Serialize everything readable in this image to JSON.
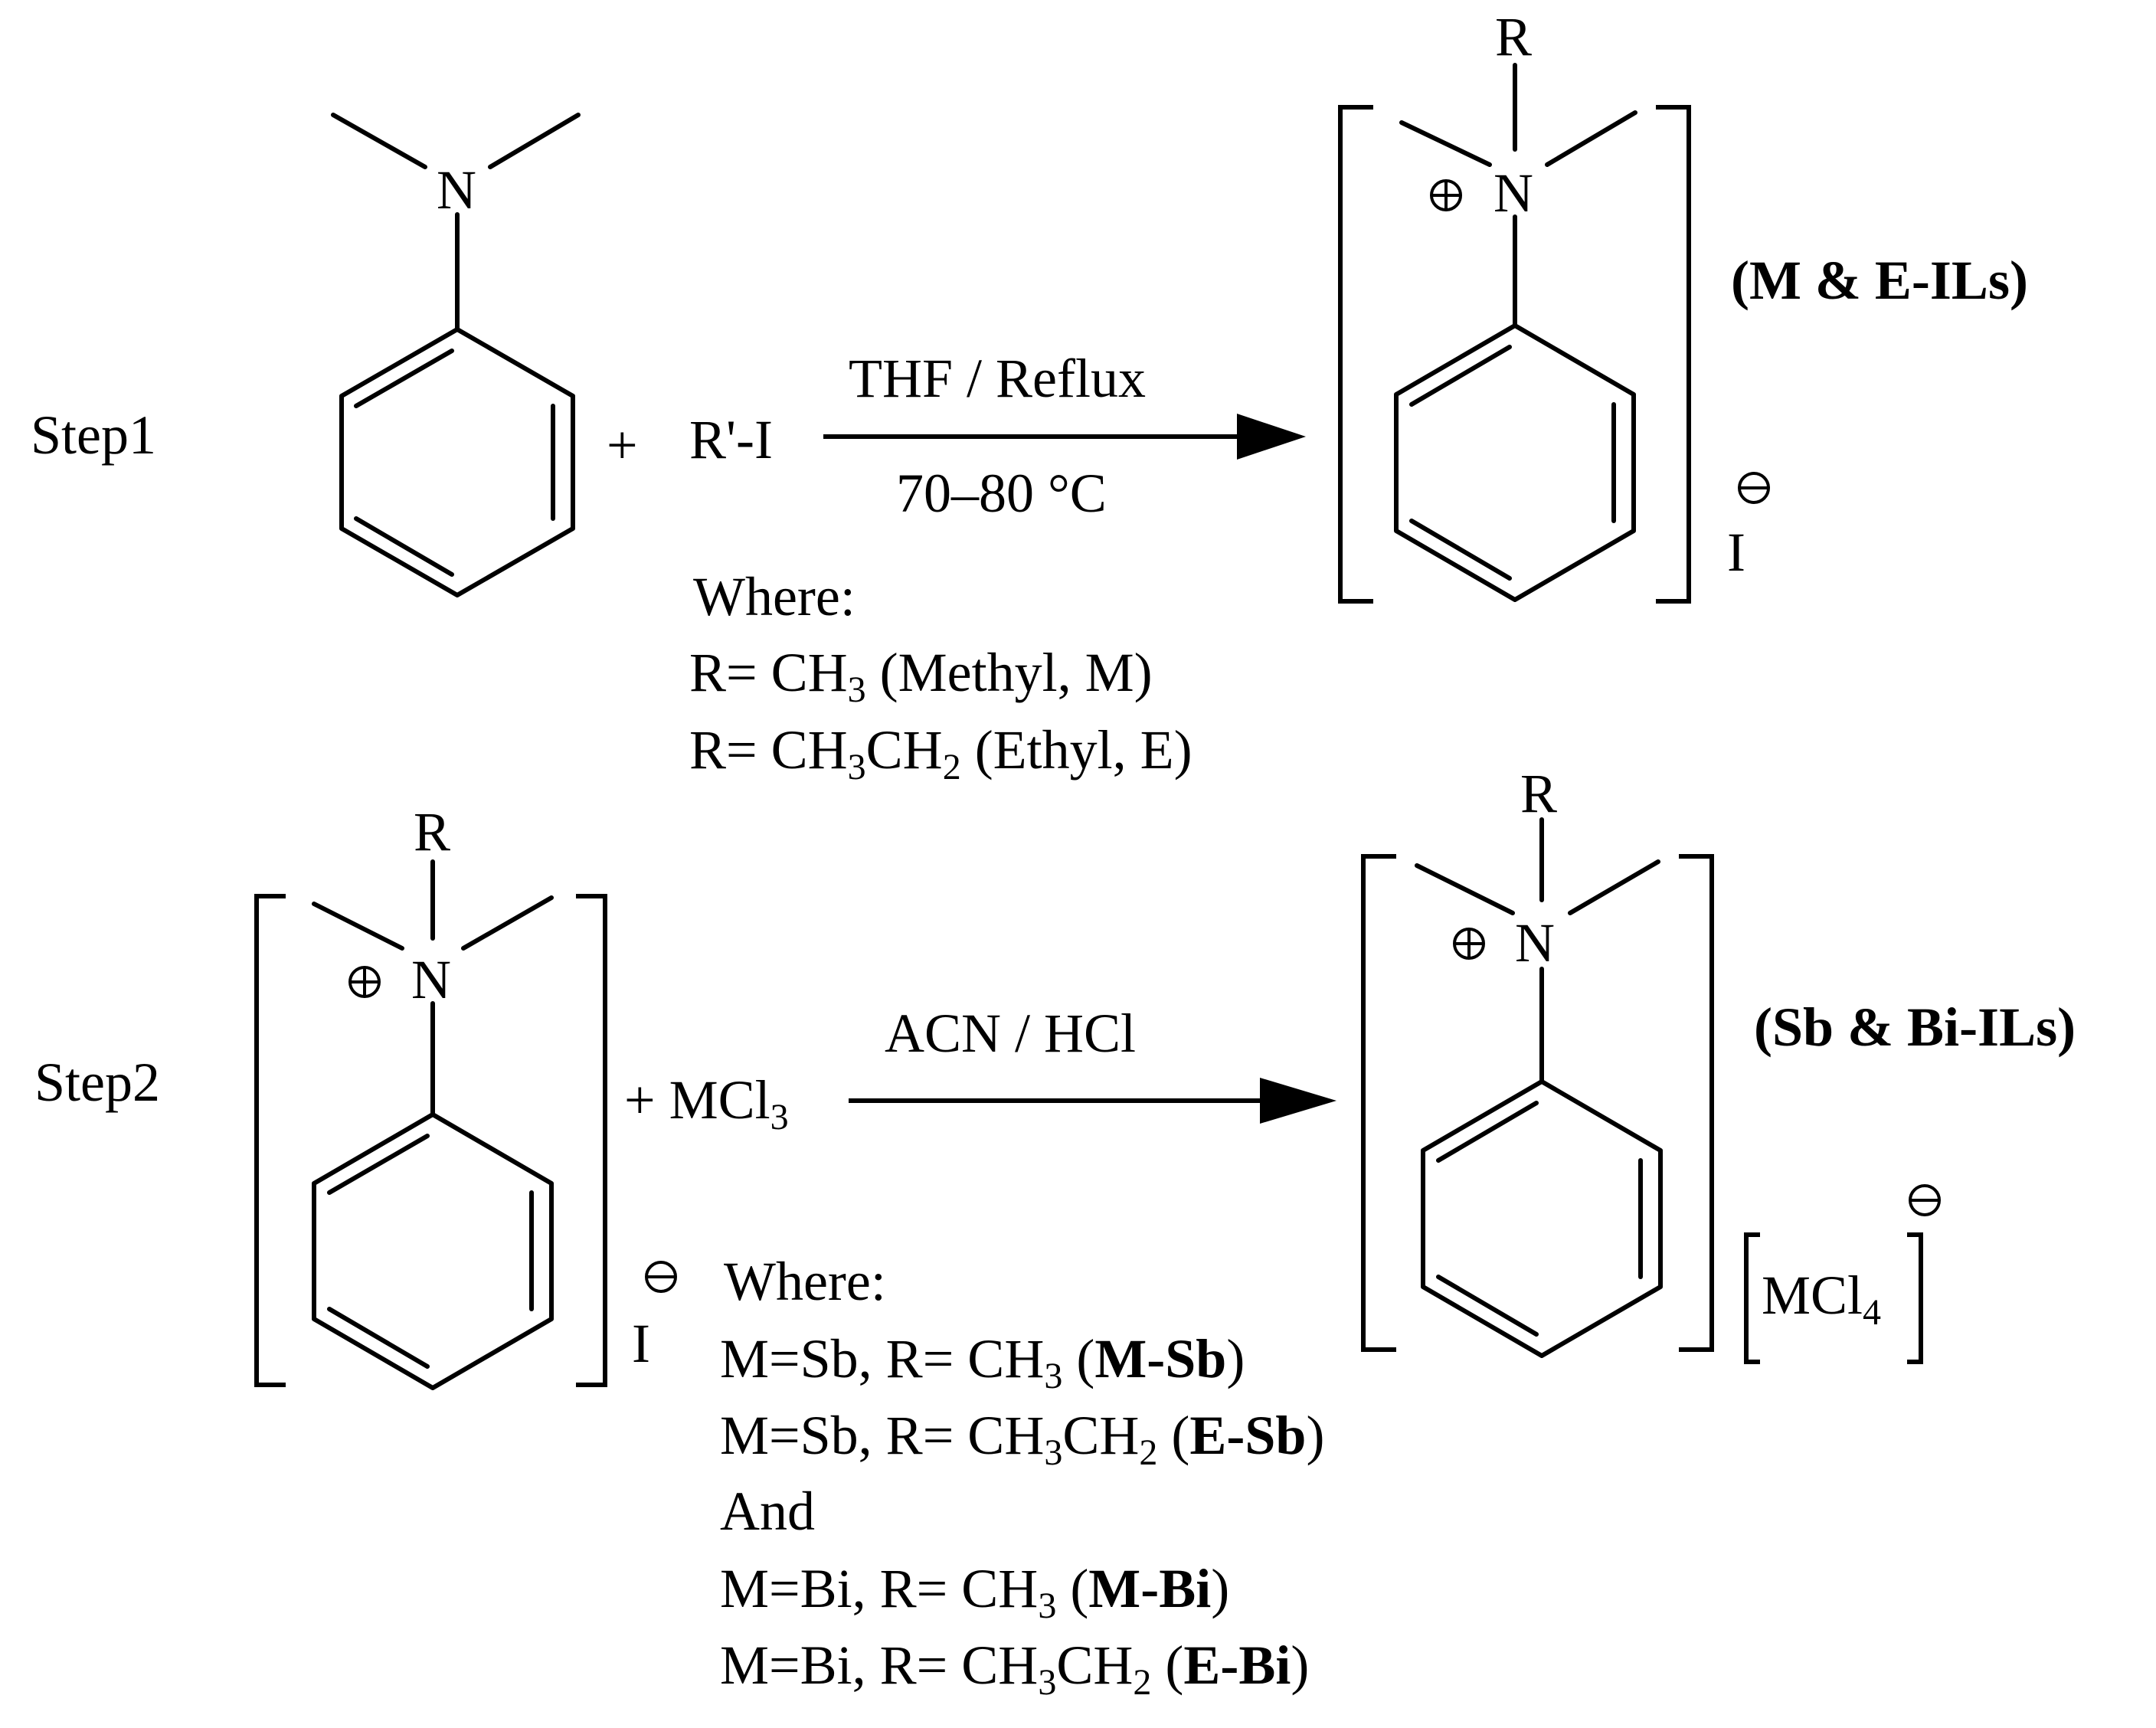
{
  "step1": {
    "label": "Step1",
    "plus": "+",
    "reagent": "R'-I",
    "condition_top": "THF / Reflux",
    "condition_bottom": "70–80 °C",
    "product_name": "(M & E-ILs)",
    "counterion": "I",
    "where": {
      "title": "Where:",
      "line1": {
        "r": "R= CH",
        "sub1": "3",
        "tail": " (Methyl, M)"
      },
      "line2": {
        "r": "R= CH",
        "sub1": "3",
        "mid": "CH",
        "sub2": "2",
        "tail": " (Ethyl, E)"
      }
    }
  },
  "step2": {
    "label": "Step2",
    "plus": "+ MCl",
    "plus_sub": "3",
    "condition_top": "ACN / HCl",
    "product_name": "(Sb & Bi-ILs)",
    "reactant_counterion": "I",
    "product_counterion": "MCl",
    "product_counterion_sub": "4",
    "where": {
      "title": "Where:",
      "rows": [
        {
          "pre": "M=Sb, R= CH",
          "s1": "3",
          "mid": "",
          "s2": "",
          "open": " (",
          "bold": "M-Sb",
          "close": ")"
        },
        {
          "pre": "M=Sb, R= CH",
          "s1": "3",
          "mid": "CH",
          "s2": "2",
          "open": " (",
          "bold": "E-Sb",
          "close": ")"
        },
        {
          "pre": "And",
          "s1": "",
          "mid": "",
          "s2": "",
          "open": "",
          "bold": "",
          "close": ""
        },
        {
          "pre": "M=Bi, R= CH",
          "s1": "3",
          "mid": "",
          "s2": "",
          "open": " (",
          "bold": "M-Bi",
          "close": ")"
        },
        {
          "pre": "M=Bi, R= CH",
          "s1": "3",
          "mid": "CH",
          "s2": "2",
          "open": " (",
          "bold": "E-Bi",
          "close": ")"
        }
      ]
    }
  },
  "atoms": {
    "N": "N",
    "R": "R"
  }
}
